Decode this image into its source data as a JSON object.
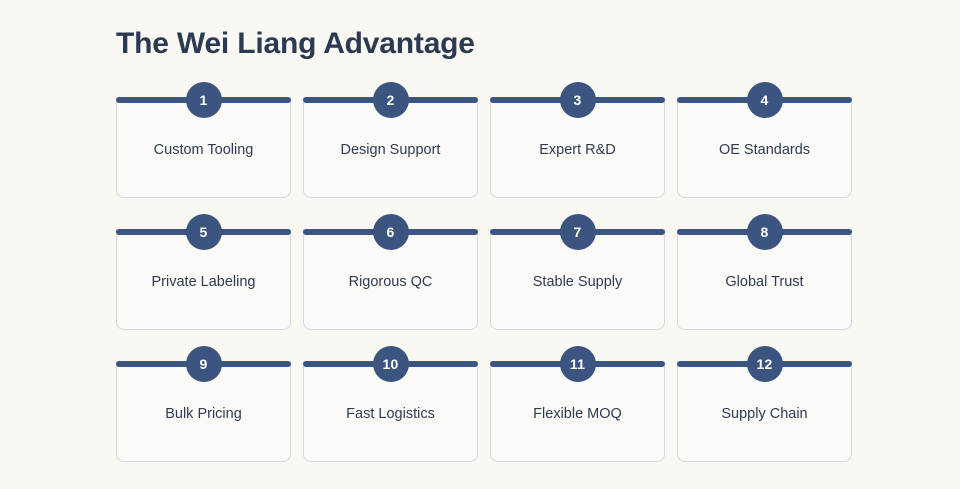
{
  "header": {
    "title": "The Wei Liang Advantage"
  },
  "colors": {
    "page_background": "#faf8f2",
    "card_background": "#fbfaf6",
    "accent_navy": "#3b5580",
    "card_border": "#d3d8e0",
    "title_text": "#2b3a52",
    "label_text": "#2d3c54",
    "badge_text": "#ffffff"
  },
  "grid": {
    "columns": 4,
    "rows": 3,
    "cards": [
      {
        "number": "1",
        "label": "Custom Tooling"
      },
      {
        "number": "2",
        "label": "Design Support"
      },
      {
        "number": "3",
        "label": "Expert R&D"
      },
      {
        "number": "4",
        "label": "OE Standards"
      },
      {
        "number": "5",
        "label": "Private Labeling"
      },
      {
        "number": "6",
        "label": "Rigorous QC"
      },
      {
        "number": "7",
        "label": "Stable Supply"
      },
      {
        "number": "8",
        "label": "Global Trust"
      },
      {
        "number": "9",
        "label": "Bulk Pricing"
      },
      {
        "number": "10",
        "label": "Fast Logistics"
      },
      {
        "number": "11",
        "label": "Flexible MOQ"
      },
      {
        "number": "12",
        "label": "Supply Chain"
      }
    ]
  }
}
